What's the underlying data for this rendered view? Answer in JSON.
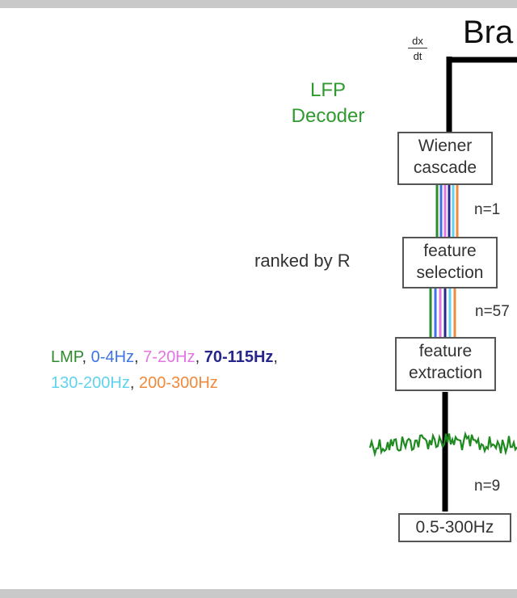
{
  "title": "Bra",
  "derivative": {
    "numerator": "dx",
    "denominator": "dt"
  },
  "decoder_label": [
    "LFP",
    "Decoder"
  ],
  "boxes": {
    "wiener": [
      "Wiener",
      "cascade"
    ],
    "selection": [
      "feature",
      "selection"
    ],
    "extraction": [
      "feature",
      "extraction"
    ],
    "filter": "0.5-300Hz"
  },
  "ranked_label": "ranked by R",
  "n_labels": [
    "n=1",
    "n=57",
    "n=9"
  ],
  "legend": {
    "lmp": "LMP",
    "band_0_4": "0-4Hz",
    "band_7_20": "7-20Hz",
    "band_70_115": "70-115Hz",
    "band_130_200": "130-200Hz",
    "band_200_300": "200-300Hz",
    "separator": ", ",
    "trailing_comma": ","
  },
  "colors": {
    "lmp": "#2e8b2e",
    "band_0_4": "#3d73e6",
    "band_7_20": "#e374e3",
    "band_70_115": "#26268c",
    "band_130_200": "#5fd3ee",
    "band_200_300": "#f08a3c",
    "lfp_text": "#2f9a2f",
    "signal": "#1f8a1f"
  }
}
